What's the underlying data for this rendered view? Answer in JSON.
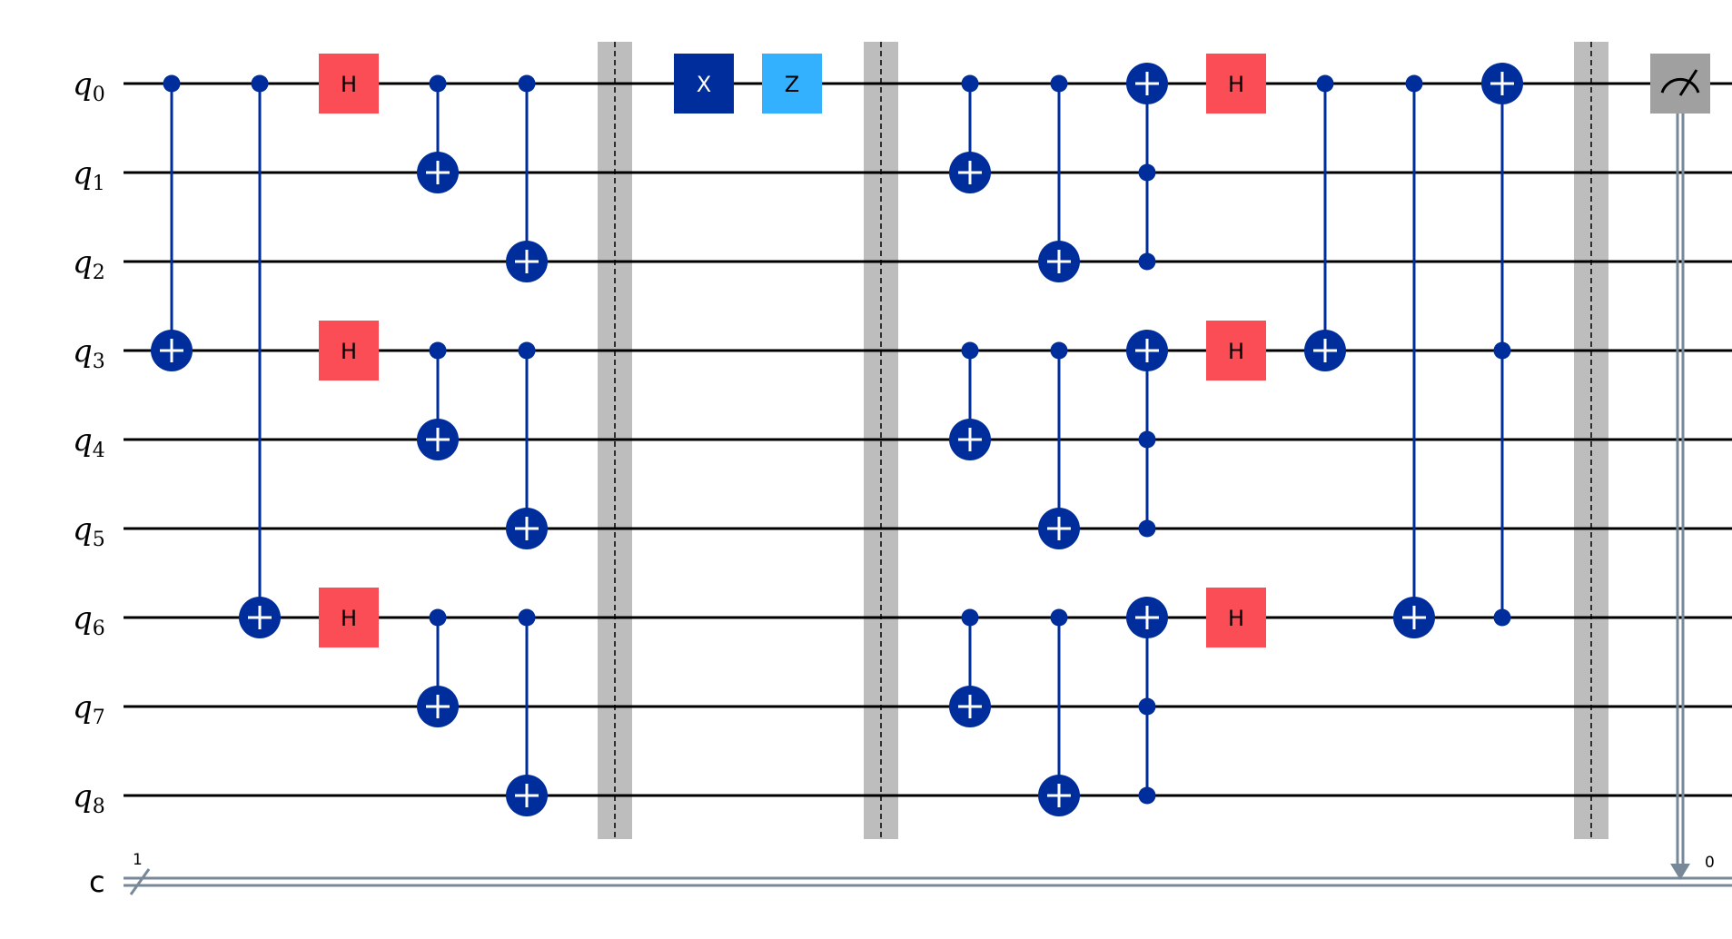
{
  "colors": {
    "wire": "#000000",
    "classical_wire": "#778899",
    "control": "#002d9c",
    "h_gate": "#fa4d56",
    "x_gate": "#002d9c",
    "z_gate": "#33b1ff",
    "barrier": "#bdbdbd",
    "measure": "#a0a0a0"
  },
  "qubits": [
    {
      "name": "q",
      "index": "0"
    },
    {
      "name": "q",
      "index": "1"
    },
    {
      "name": "q",
      "index": "2"
    },
    {
      "name": "q",
      "index": "3"
    },
    {
      "name": "q",
      "index": "4"
    },
    {
      "name": "q",
      "index": "5"
    },
    {
      "name": "q",
      "index": "6"
    },
    {
      "name": "q",
      "index": "7"
    },
    {
      "name": "q",
      "index": "8"
    }
  ],
  "classical": {
    "name": "c",
    "width_label": "1",
    "bit_label": "0"
  },
  "operations": [
    {
      "type": "cx",
      "column": 1,
      "controls": [
        0
      ],
      "target": 3
    },
    {
      "type": "cx",
      "column": 2,
      "controls": [
        0
      ],
      "target": 6
    },
    {
      "type": "h",
      "column": 3,
      "qubits": [
        0,
        3,
        6
      ],
      "label": "H"
    },
    {
      "type": "cx",
      "column": 4,
      "controls": [
        0
      ],
      "target": 1
    },
    {
      "type": "cx",
      "column": 4,
      "controls": [
        3
      ],
      "target": 4
    },
    {
      "type": "cx",
      "column": 4,
      "controls": [
        6
      ],
      "target": 7
    },
    {
      "type": "cx",
      "column": 5,
      "controls": [
        0
      ],
      "target": 2
    },
    {
      "type": "cx",
      "column": 5,
      "controls": [
        3
      ],
      "target": 5
    },
    {
      "type": "cx",
      "column": 5,
      "controls": [
        6
      ],
      "target": 8
    },
    {
      "type": "barrier",
      "column": 6
    },
    {
      "type": "x",
      "column": 7,
      "qubits": [
        0
      ],
      "label": "X"
    },
    {
      "type": "z",
      "column": 8,
      "qubits": [
        0
      ],
      "label": "Z"
    },
    {
      "type": "barrier",
      "column": 9
    },
    {
      "type": "cx",
      "column": 10,
      "controls": [
        0
      ],
      "target": 1
    },
    {
      "type": "cx",
      "column": 10,
      "controls": [
        3
      ],
      "target": 4
    },
    {
      "type": "cx",
      "column": 10,
      "controls": [
        6
      ],
      "target": 7
    },
    {
      "type": "cx",
      "column": 11,
      "controls": [
        0
      ],
      "target": 2
    },
    {
      "type": "cx",
      "column": 11,
      "controls": [
        3
      ],
      "target": 5
    },
    {
      "type": "cx",
      "column": 11,
      "controls": [
        6
      ],
      "target": 8
    },
    {
      "type": "ccx",
      "column": 12,
      "controls": [
        1,
        2
      ],
      "target": 0
    },
    {
      "type": "ccx",
      "column": 12,
      "controls": [
        4,
        5
      ],
      "target": 3
    },
    {
      "type": "ccx",
      "column": 12,
      "controls": [
        7,
        8
      ],
      "target": 6
    },
    {
      "type": "h",
      "column": 13,
      "qubits": [
        0,
        3,
        6
      ],
      "label": "H"
    },
    {
      "type": "cx",
      "column": 14,
      "controls": [
        0
      ],
      "target": 3
    },
    {
      "type": "cx",
      "column": 15,
      "controls": [
        0
      ],
      "target": 6
    },
    {
      "type": "ccx",
      "column": 16,
      "controls": [
        3,
        6
      ],
      "target": 0
    },
    {
      "type": "barrier",
      "column": 17
    },
    {
      "type": "measure",
      "column": 18,
      "qubit": 0,
      "cbit": 0
    }
  ]
}
